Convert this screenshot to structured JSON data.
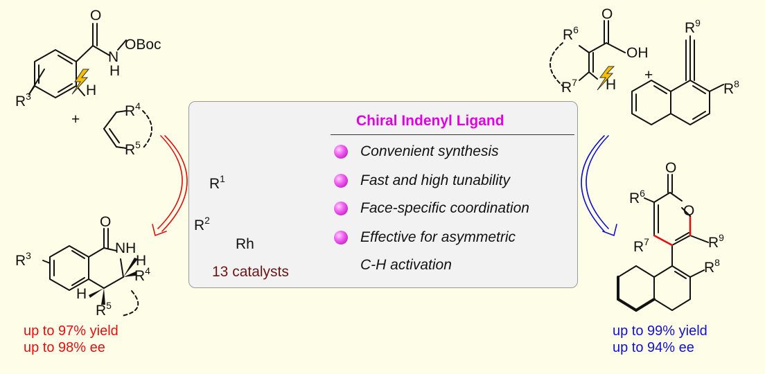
{
  "center": {
    "title": "Chiral Indenyl Ligand",
    "features": [
      "Convenient synthesis",
      "Fast and high tunability",
      "Face-specific coordination",
      "Effective for asymmetric",
      "C-H activation"
    ],
    "catalyst_count": "13 catalysts",
    "metal": "Rh",
    "r1": "R",
    "r1_sup": "1",
    "r2": "R",
    "r2_sup": "2"
  },
  "left": {
    "amide_o": "O",
    "amide_n": "N",
    "amide_h": "H",
    "oboc": "OBoc",
    "ch_h": "H",
    "r3": "R",
    "r3_sup": "3",
    "plus": "+",
    "r4": "R",
    "r4_sup": "4",
    "r5": "R",
    "r5_sup": "5",
    "prod_o": "O",
    "prod_nh": "NH",
    "prod_h1": "H",
    "prod_h2": "H",
    "prod_r3": "R",
    "prod_r3_sup": "3",
    "prod_r4": "R",
    "prod_r4_sup": "4",
    "prod_r5": "R",
    "prod_r5_sup": "5",
    "yield": "up to 97% yield",
    "ee": "up to 98% ee"
  },
  "right": {
    "acid_o": "O",
    "acid_oh": "OH",
    "ch_h": "H",
    "r6": "R",
    "r6_sup": "6",
    "r7": "R",
    "r7_sup": "7",
    "plus": "+",
    "r8": "R",
    "r8_sup": "8",
    "r9": "R",
    "r9_sup": "9",
    "prod_o1": "O",
    "prod_o2": "O",
    "prod_r6": "R",
    "prod_r6_sup": "6",
    "prod_r7": "R",
    "prod_r7_sup": "7",
    "prod_r8": "R",
    "prod_r8_sup": "8",
    "prod_r9": "R",
    "prod_r9_sup": "9",
    "yield": "up to 99% yield",
    "ee": "up to 94% ee"
  },
  "colors": {
    "background": "#fdfde8",
    "title": "#e000e0",
    "left_accent": "#e01010",
    "right_accent": "#1010d0",
    "catalyst_text": "#6b1414",
    "rh_highlight": "#44ee44",
    "bond_highlight": "#e01010"
  }
}
